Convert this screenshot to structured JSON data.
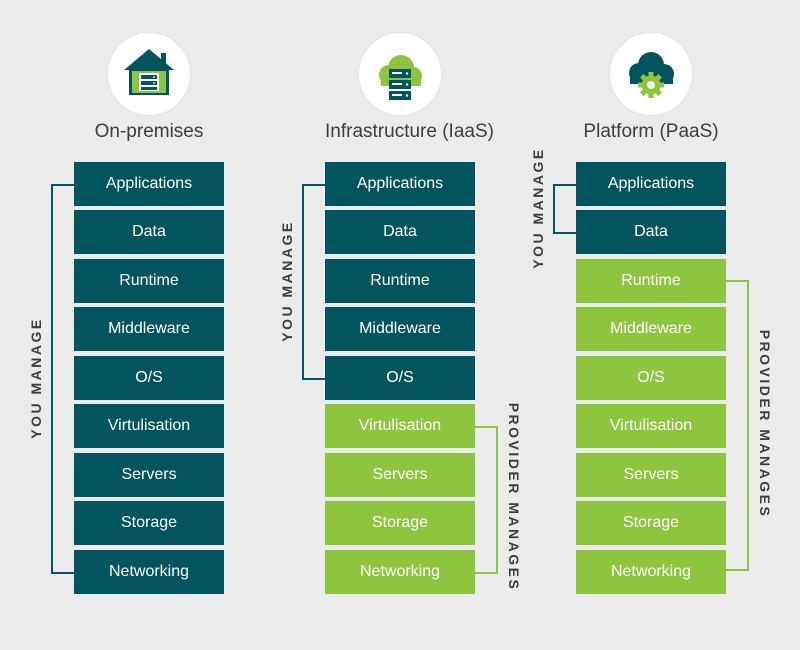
{
  "colors": {
    "you_manage": "#02545f",
    "provider_manages": "#8dc53f",
    "background": "#ebebeb"
  },
  "columns": [
    {
      "title": "On-premises",
      "icon": "house-server-icon",
      "layers": [
        {
          "label": "Applications",
          "managed_by": "you"
        },
        {
          "label": "Data",
          "managed_by": "you"
        },
        {
          "label": "Runtime",
          "managed_by": "you"
        },
        {
          "label": "Middleware",
          "managed_by": "you"
        },
        {
          "label": "O/S",
          "managed_by": "you"
        },
        {
          "label": "Virtulisation",
          "managed_by": "you"
        },
        {
          "label": "Servers",
          "managed_by": "you"
        },
        {
          "label": "Storage",
          "managed_by": "you"
        },
        {
          "label": "Networking",
          "managed_by": "you"
        }
      ],
      "you_manage_label": "YOU MANAGE"
    },
    {
      "title": "Infrastructure (IaaS)",
      "icon": "cloud-server-icon",
      "layers": [
        {
          "label": "Applications",
          "managed_by": "you"
        },
        {
          "label": "Data",
          "managed_by": "you"
        },
        {
          "label": "Runtime",
          "managed_by": "you"
        },
        {
          "label": "Middleware",
          "managed_by": "you"
        },
        {
          "label": "O/S",
          "managed_by": "you"
        },
        {
          "label": "Virtulisation",
          "managed_by": "provider"
        },
        {
          "label": "Servers",
          "managed_by": "provider"
        },
        {
          "label": "Storage",
          "managed_by": "provider"
        },
        {
          "label": "Networking",
          "managed_by": "provider"
        }
      ],
      "you_manage_label": "YOU MANAGE",
      "provider_manages_label": "PROVIDER MANAGES"
    },
    {
      "title": "Platform (PaaS)",
      "icon": "cloud-gear-icon",
      "layers": [
        {
          "label": "Applications",
          "managed_by": "you"
        },
        {
          "label": "Data",
          "managed_by": "you"
        },
        {
          "label": "Runtime",
          "managed_by": "provider"
        },
        {
          "label": "Middleware",
          "managed_by": "provider"
        },
        {
          "label": "O/S",
          "managed_by": "provider"
        },
        {
          "label": "Virtulisation",
          "managed_by": "provider"
        },
        {
          "label": "Servers",
          "managed_by": "provider"
        },
        {
          "label": "Storage",
          "managed_by": "provider"
        },
        {
          "label": "Networking",
          "managed_by": "provider"
        }
      ],
      "you_manage_label": "YOU MANAGE",
      "provider_manages_label": "PROVIDER MANAGES"
    }
  ]
}
